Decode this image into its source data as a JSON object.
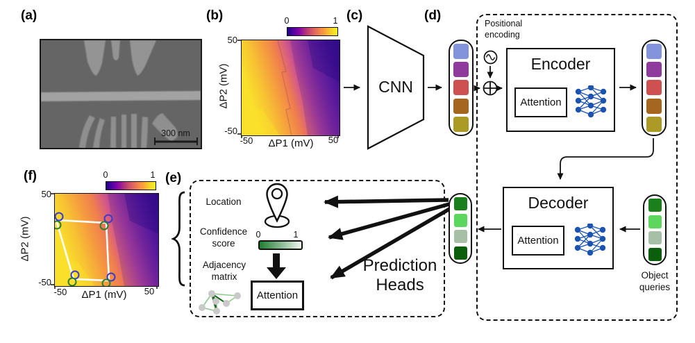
{
  "figure": {
    "panel_a": {
      "label": "(a)",
      "scale_bar_label": "300 nm"
    },
    "panel_b": {
      "label": "(b)",
      "colorbar": {
        "min": "0",
        "max": "1"
      },
      "x_label": "ΔP1 (mV)",
      "y_label": "ΔP2 (mV)",
      "x_ticks": [
        "-50",
        "50"
      ],
      "y_ticks": [
        "50",
        "-50"
      ]
    },
    "panel_c": {
      "label": "(c)",
      "block_label": "CNN"
    },
    "panel_d": {
      "label": "(d)",
      "positional_encoding_label": "Positional encoding",
      "encoder_title": "Encoder",
      "encoder_attention_label": "Attention",
      "decoder_title": "Decoder",
      "decoder_attention_label": "Attention",
      "object_queries_label": "Object queries"
    },
    "panel_e": {
      "label": "(e)",
      "brace": "{",
      "location_label": "Location",
      "confidence_label": "Confidence score",
      "confidence_scale": {
        "min": "0",
        "max": "1"
      },
      "adjacency_label": "Adjacency matrix",
      "attention_label": "Attention",
      "title": "Prediction Heads"
    },
    "panel_f": {
      "label": "(f)",
      "colorbar": {
        "min": "0",
        "max": "1"
      },
      "x_label": "ΔP1 (mV)",
      "y_label": "ΔP2 (mV)",
      "x_ticks": [
        "-50",
        "50"
      ],
      "y_ticks": [
        "50",
        "-50"
      ]
    }
  },
  "colors": {
    "feature_tokens": [
      "#8494dc",
      "#8e3b9d",
      "#cf5050",
      "#a5671f",
      "#ab9b26"
    ],
    "query_tokens": [
      "#1b801b",
      "#5cd65c",
      "#a6bfa6",
      "#0b5e0b"
    ],
    "nn_node": "#1a53b0",
    "confidence_gradient": [
      "#1f7d30",
      "#eef6ee"
    ],
    "heatmap_colormap": "plasma",
    "marker_blue": "#3a3acc",
    "marker_green": "#2f7d2f"
  },
  "chart_data": [
    {
      "type": "heatmap",
      "panel": "b",
      "xlabel": "ΔP1 (mV)",
      "ylabel": "ΔP2 (mV)",
      "xlim": [
        -50,
        50
      ],
      "ylim": [
        -50,
        50
      ],
      "colorbar_range": [
        0,
        1
      ],
      "colormap": "plasma",
      "description": "charge stability diagram, bright yellow-orange at low ΔP1 stepping to dark violet at high ΔP1"
    },
    {
      "type": "heatmap",
      "panel": "f",
      "xlabel": "ΔP1 (mV)",
      "ylabel": "ΔP2 (mV)",
      "xlim": [
        -50,
        50
      ],
      "ylim": [
        -50,
        50
      ],
      "colorbar_range": [
        0,
        1
      ],
      "colormap": "plasma",
      "overlay": "white quadrilateral with blue and green circle markers at each corner"
    }
  ]
}
